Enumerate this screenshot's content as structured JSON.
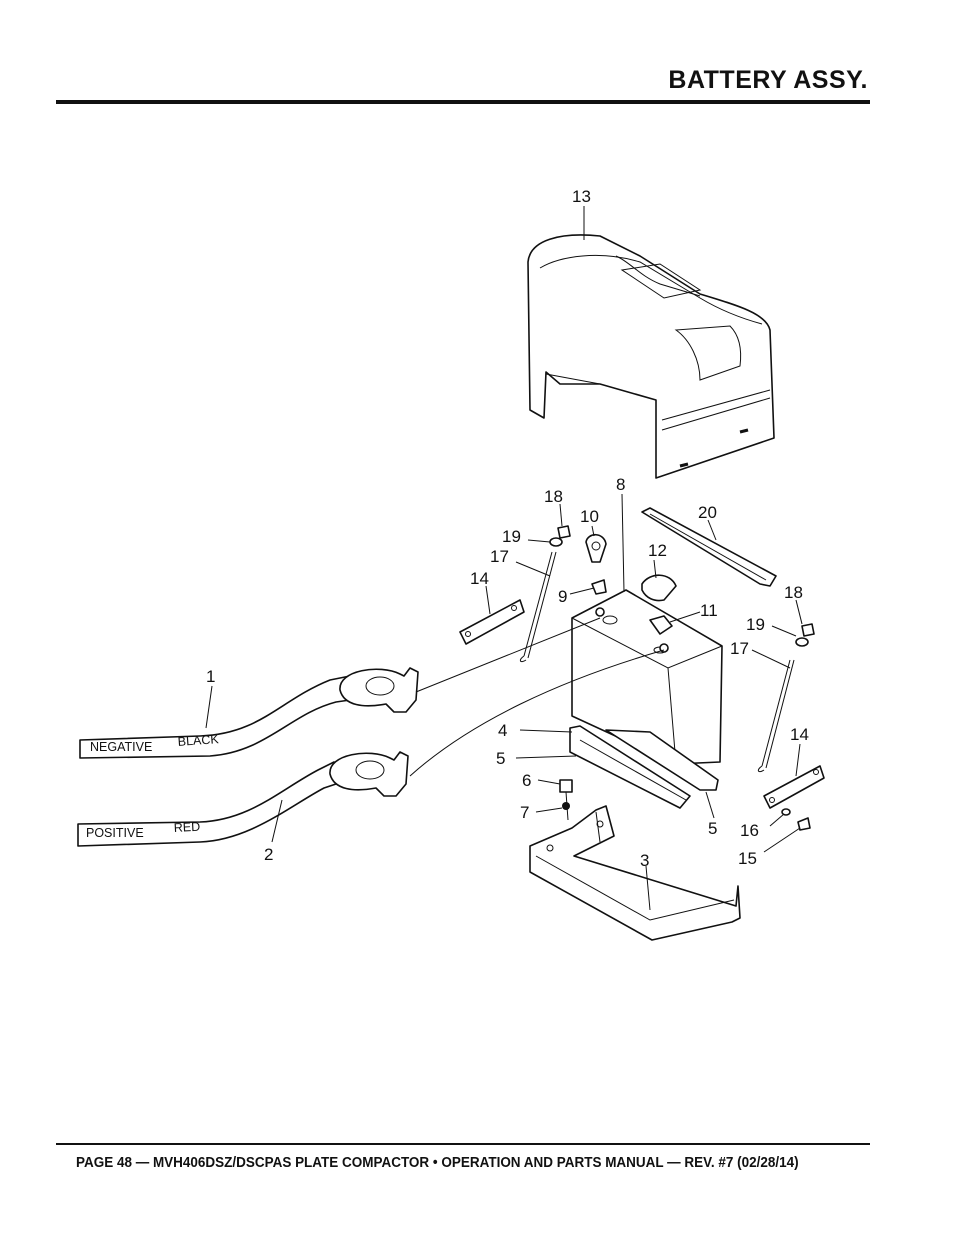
{
  "header": {
    "title": "BATTERY ASSY."
  },
  "footer": {
    "text": "PAGE 48 — MVH406DSZ/DSCPAS PLATE COMPACTOR • OPERATION AND PARTS MANUAL — REV. #7 (02/28/14)"
  },
  "diagram": {
    "callouts": {
      "c1": "1",
      "c2": "2",
      "c3": "3",
      "c4": "4",
      "c5a": "5",
      "c5b": "5",
      "c6": "6",
      "c7": "7",
      "c8": "8",
      "c9": "9",
      "c10": "10",
      "c11": "11",
      "c12": "12",
      "c13": "13",
      "c14a": "14",
      "c14b": "14",
      "c15": "15",
      "c16": "16",
      "c17a": "17",
      "c17b": "17",
      "c18a": "18",
      "c18b": "18",
      "c19a": "19",
      "c19b": "19",
      "c20": "20"
    },
    "cables": {
      "negative_label": "NEGATIVE",
      "negative_color": "BLACK",
      "positive_label": "POSITIVE",
      "positive_color": "RED"
    }
  }
}
